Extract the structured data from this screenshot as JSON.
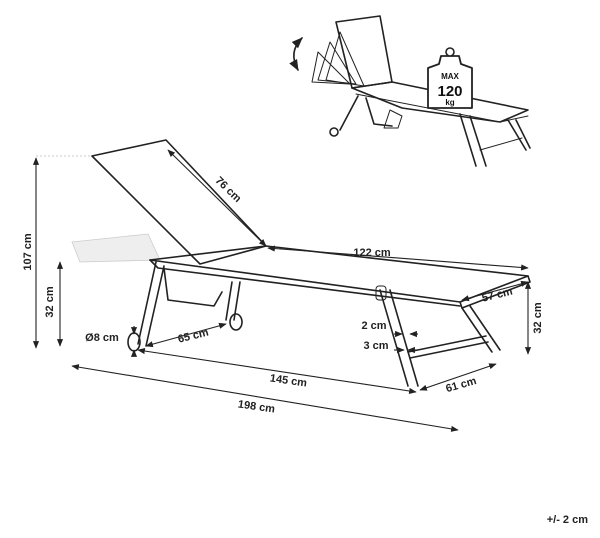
{
  "dimensions": {
    "backrest": "76 cm",
    "seat_length": "122 cm",
    "total_height": "107 cm",
    "seat_height": "32 cm",
    "width": "57 cm",
    "front_height": "32 cm",
    "wheel": "Ø8 cm",
    "rear_leg": "65 cm",
    "gap_2": "2 cm",
    "gap_3": "3 cm",
    "mid_length": "145 cm",
    "front_leg": "61 cm",
    "total_length": "198 cm"
  },
  "weight": {
    "max": "MAX",
    "value": "120",
    "unit": "kg"
  },
  "tolerance": "+/- 2 cm",
  "colors": {
    "line": "#222222",
    "fabric": "#bfbfbf"
  }
}
